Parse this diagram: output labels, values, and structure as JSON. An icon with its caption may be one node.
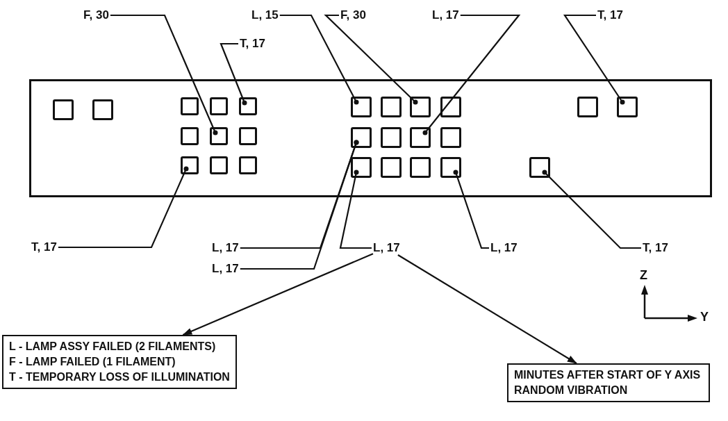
{
  "diagram": {
    "nodes": [
      {
        "text": [],
        "shape": "box"
      },
      {
        "text": [],
        "shape": "box",
        "in": 0
      },
      {
        "text": [],
        "shape": "box",
        "in": 0
      },
      {
        "text": [],
        "shape": "box",
        "in": 0
      },
      {
        "text": [],
        "shape": "box",
        "in": 0
      },
      {
        "text": [],
        "shape": "box",
        "in": 0
      },
      {
        "text": [],
        "shape": "box",
        "in": 0
      },
      {
        "text": [],
        "shape": "box",
        "in": 0
      },
      {
        "text": [],
        "shape": "box",
        "in": 0
      },
      {
        "text": [],
        "shape": "box",
        "in": 0
      },
      {
        "text": [],
        "shape": "box",
        "in": 0
      },
      {
        "text": [],
        "shape": "box",
        "in": 0
      },
      {
        "text": [],
        "shape": "box",
        "in": 0
      },
      {
        "text": [],
        "shape": "box",
        "in": 0
      },
      {
        "text": [],
        "shape": "box",
        "in": 0
      },
      {
        "text": [],
        "shape": "box",
        "in": 0
      },
      {
        "text": [],
        "shape": "box",
        "in": 0
      },
      {
        "text": [],
        "shape": "box",
        "in": 0
      },
      {
        "text": [],
        "shape": "box",
        "in": 0
      },
      {
        "text": [],
        "shape": "box",
        "in": 0
      },
      {
        "text": [],
        "shape": "box",
        "in": 0
      },
      {
        "text": [],
        "shape": "box",
        "in": 0
      },
      {
        "text": [],
        "shape": "box",
        "in": 0
      },
      {
        "text": [],
        "shape": "box",
        "in": 0
      },
      {
        "text": [],
        "shape": "box",
        "in": 0
      },
      {
        "text": [],
        "shape": "box",
        "in": 0
      },
      {
        "text": [],
        "shape": "box",
        "in": 0
      },
      {
        "text": [
          "F, 30"
        ]
      },
      {
        "text": [
          "T, 17"
        ]
      },
      {
        "text": [
          "L, 15"
        ]
      },
      {
        "text": [
          "F, 30"
        ]
      },
      {
        "text": [
          "L, 17"
        ]
      },
      {
        "text": [
          "T, 17"
        ]
      },
      {
        "text": [
          "T, 17"
        ]
      },
      {
        "text": [
          "L, 17"
        ]
      },
      {
        "text": [
          "L, 17"
        ]
      },
      {
        "text": [
          "L, 17"
        ]
      },
      {
        "text": [
          "L, 17"
        ]
      },
      {
        "text": [
          "T, 17"
        ]
      },
      {
        "text": [
          "L - LAMP ASSY FAILED (2 FILAMENTS)",
          "F - LAMP FAILED (1 FILAMENT)",
          "T - TEMPORARY LOSS OF ILLUMINATION"
        ]
      },
      {
        "text": [
          "MINUTES AFTER START OF Y AXIS RANDOM VIBRATION"
        ]
      }
    ],
    "edges": [
      {
        "from": 27,
        "to": 13,
        "arrow": "other"
      },
      {
        "from": 28,
        "to": 5,
        "arrow": "other"
      },
      {
        "from": 29,
        "to": 6,
        "arrow": "other"
      },
      {
        "from": 30,
        "to": 8,
        "arrow": "other"
      },
      {
        "from": 31,
        "to": 17,
        "arrow": "other"
      },
      {
        "from": 32,
        "to": 11,
        "arrow": "other"
      },
      {
        "from": 33,
        "to": 19,
        "arrow": "other"
      },
      {
        "from": 34,
        "to": 15,
        "arrow": "other"
      },
      {
        "from": 35,
        "to": 15,
        "arrow": "other"
      },
      {
        "from": 36,
        "to": 22,
        "arrow": "other"
      },
      {
        "from": 37,
        "to": 25,
        "arrow": "other"
      },
      {
        "from": 38,
        "to": 26,
        "arrow": "other"
      },
      {
        "from": 36,
        "to": 39,
        "arrow": "to"
      },
      {
        "from": 36,
        "to": 40,
        "arrow": "to"
      }
    ],
    "labels": [
      "Z",
      "Y"
    ]
  }
}
